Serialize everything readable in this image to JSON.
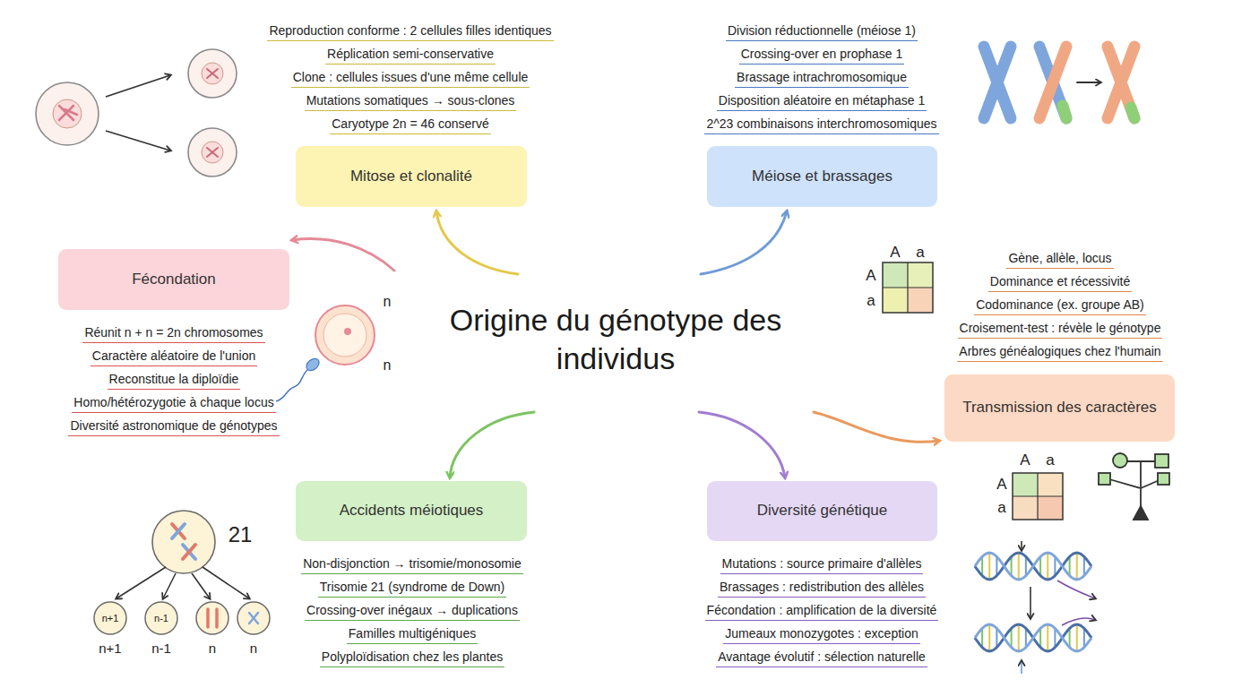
{
  "diagram": {
    "title": "Origine du génotype des individus",
    "nodes": [
      {
        "text": [
          "Mitose et clonalité"
        ]
      },
      {
        "text": [
          "Méiose et brassages"
        ]
      },
      {
        "text": [
          "Fécondation"
        ]
      },
      {
        "text": [
          "Transmission des caractères"
        ]
      },
      {
        "text": [
          "Accidents méiotiques"
        ]
      },
      {
        "text": [
          "Diversité génétique"
        ]
      }
    ],
    "labels": [
      "Reproduction conforme : 2 cellules filles identiques",
      "Réplication semi-conservative",
      "Clone : cellules issues d'une même cellule",
      "Mutations somatiques → sous-clones",
      "Caryotype 2n = 46 conservé",
      "Division réductionnelle (méiose 1)",
      "Crossing-over en prophase 1",
      "Brassage intrachromosomique",
      "Disposition aléatoire en métaphase 1",
      "2^23 combinaisons interchromosomiques",
      "Réunit n + n = 2n chromosomes",
      "Caractère aléatoire de l'union",
      "Reconstitue la diploïdie",
      "Homo/hétérozygotie à chaque locus",
      "Diversité astronomique de génotypes",
      "Gène, allèle, locus",
      "Dominance et récessivité",
      "Codominance (ex. groupe AB)",
      "Croisement-test : révèle le génotype",
      "Arbres généalogiques chez l'humain",
      "Non-disjonction → trisomie/monosomie",
      "Trisomie 21 (syndrome de Down)",
      "Crossing-over inégaux → duplications",
      "Familles multigéniques",
      "Polyploïdisation chez les plantes",
      "Mutations : source primaire d'allèles",
      "Brassages : redistribution des allèles",
      "Fécondation : amplification de la diversité",
      "Jumeaux monozygotes : exception",
      "Avantage évolutif : sélection naturelle",
      "n",
      "n",
      "A",
      "a",
      "A",
      "a",
      "A",
      "a",
      "A",
      "a",
      "21",
      "n+1",
      "n-1",
      "n+1",
      "n-1",
      "n",
      "n"
    ]
  }
}
